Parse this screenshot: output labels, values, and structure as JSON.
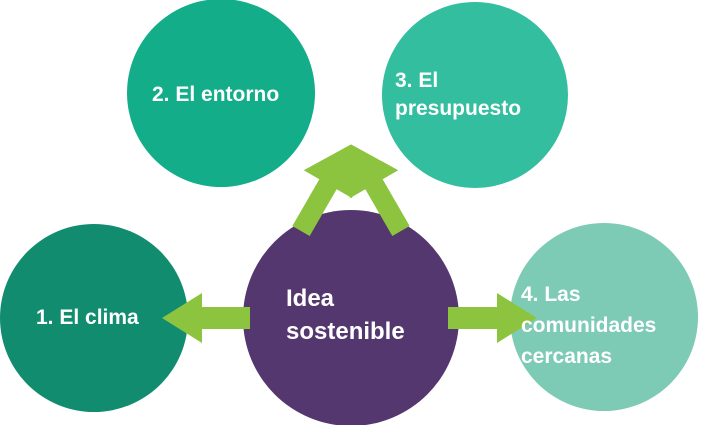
{
  "diagram": {
    "center": {
      "lines": [
        "Idea",
        "sostenible"
      ],
      "color": "#553770"
    },
    "nodes": [
      {
        "id": "n1",
        "lines": [
          "1. El clima"
        ],
        "color": "#118C6F"
      },
      {
        "id": "n2",
        "lines": [
          "2. El entorno"
        ],
        "color": "#13AD8A"
      },
      {
        "id": "n3",
        "lines": [
          "3. El",
          "presupuesto"
        ],
        "color": "#33BE9F"
      },
      {
        "id": "n4",
        "lines": [
          "4. Las",
          "comunidades",
          "cercanas"
        ],
        "color": "#7ECBB5"
      }
    ],
    "arrow_color": "#8DC43F"
  }
}
